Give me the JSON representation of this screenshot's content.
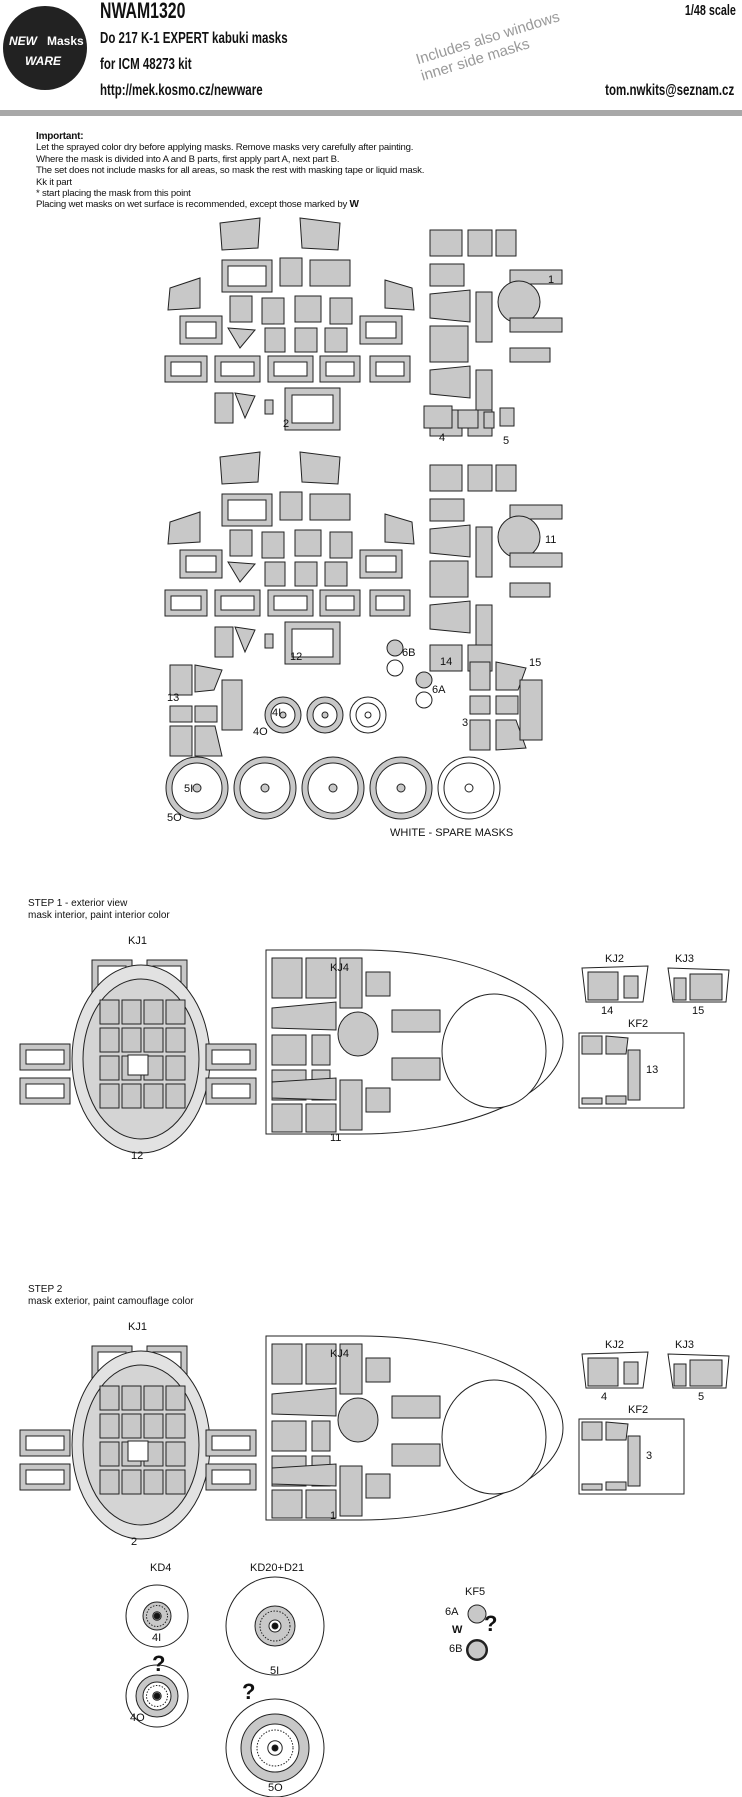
{
  "header": {
    "code": "NWAM1320",
    "product": "Do 217 K-1 EXPERT kabuki masks",
    "kit": "for ICM 48273 kit",
    "url": "http://mek.kosmo.cz/newware",
    "scale": "1/48 scale",
    "email": "tom.nwkits@seznam.cz",
    "note_line1": "Includes also windows",
    "note_line2": "inner side masks",
    "logo_text": [
      "NEW",
      "Masks",
      "WARE"
    ]
  },
  "instructions": {
    "title": "Important:",
    "lines": [
      "Let the sprayed color dry before applying masks. Remove masks very carefully after painting.",
      "Where the mask is divided into A and B parts, first apply part A, next part B.",
      "The set does not include masks for all areas, so mask the rest with masking tape or liquid mask.",
      "Kk it part",
      "* start placing the mask from this point",
      "Placing wet masks on wet surface is recommended, except those marked by"
    ],
    "wet_mark": "W"
  },
  "sheet": {
    "labels": {
      "p1": "1",
      "p2": "2",
      "p3": "3",
      "p4": "4",
      "p5": "5",
      "p11": "11",
      "p12": "12",
      "p13": "13",
      "p14": "14",
      "p15": "15",
      "p6A": "6A",
      "p6B": "6B",
      "p4I": "4I",
      "p4O": "4O",
      "p5I": "5I",
      "p5O": "5O"
    },
    "spare_note": "WHITE - SPARE MASKS"
  },
  "step1": {
    "title": "STEP 1 - exterior view",
    "subtitle": "mask interior, paint interior color",
    "kj1": "KJ1",
    "kj4": "KJ4",
    "kj2": "KJ2",
    "kj3": "KJ3",
    "kf2": "KF2",
    "n14": "14",
    "n15": "15",
    "n13": "13",
    "n11": "11",
    "n12": "12"
  },
  "step2": {
    "title": "STEP 2",
    "subtitle": "mask exterior, paint camouflage color",
    "kj1": "KJ1",
    "kj4": "KJ4",
    "kj2": "KJ2",
    "kj3": "KJ3",
    "kf2": "KF2",
    "n4": "4",
    "n5": "5",
    "n3": "3",
    "n1": "1",
    "n2": "2"
  },
  "wheels": {
    "kd4": "KD4",
    "kd20": "KD20+D21",
    "kf5": "KF5",
    "n4I": "4I",
    "n4O": "4O",
    "n5I": "5I",
    "n5O": "5O",
    "n6A": "6A",
    "n6B": "6B",
    "question": "?",
    "wet_mark": "W"
  },
  "colors": {
    "mask": "#c8c8c8",
    "outline": "#222222",
    "light": "#e2e2e2"
  }
}
